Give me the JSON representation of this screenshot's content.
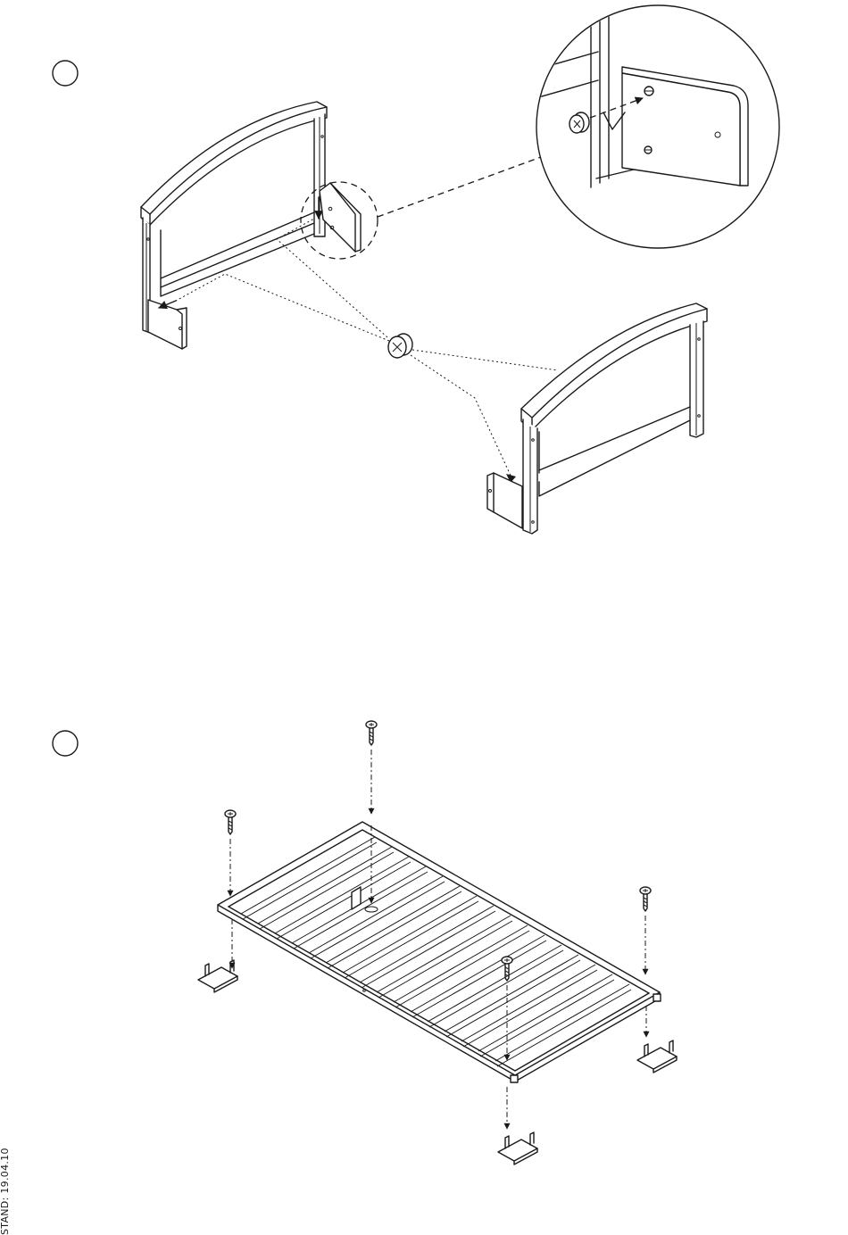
{
  "document": {
    "footer_stand": "STAND: 19.04.10",
    "steps": [
      {
        "number": "",
        "description_icon": "step-1-end-panel-assembly-with-cam-bolt"
      },
      {
        "number": "",
        "description_icon": "step-2-slatted-base-with-screws-and-brackets"
      }
    ]
  }
}
